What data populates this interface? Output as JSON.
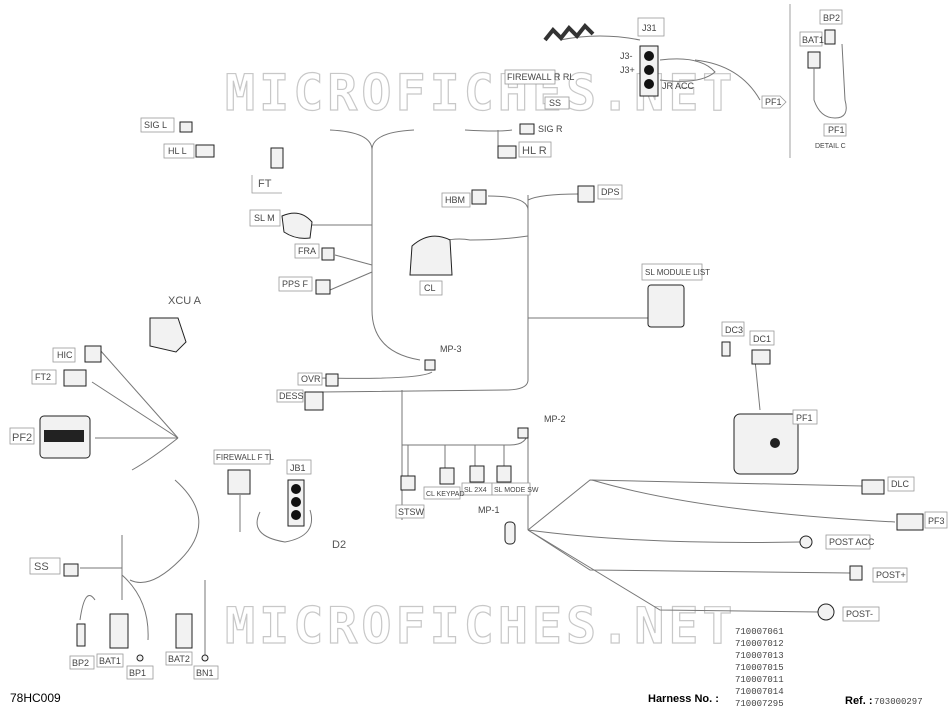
{
  "diagram": {
    "ref_code": "78HC009",
    "harness_label": "Harness No. :",
    "ref_label": "Ref. :",
    "ref_value": "703000297",
    "harness_numbers": [
      "710007061",
      "710007012",
      "710007013",
      "710007015",
      "710007011",
      "710007014",
      "710007295"
    ],
    "watermarks": [
      "MICROFICHES.NET",
      "MICROFICHES.NET"
    ],
    "detail_label": "DETAIL C",
    "labels": {
      "j31": "J31",
      "j3_minus": "J3-",
      "j3_plus": "J3+",
      "jr_acc": "JR ACC",
      "firewall_r_rl": "FIREWALL R RL",
      "ss_top": "SS",
      "sig_r": "SIG R",
      "hl_r": "HL R",
      "pf1_top": "PF1",
      "bp2_detail": "BP2",
      "bat1_detail": "BAT1",
      "pf1_detail": "PF1",
      "sig_l": "SIG L",
      "hl_l": "HL L",
      "ft": "FT",
      "sl_m": "SL M",
      "fra": "FRA",
      "pps_f": "PPS F",
      "cl": "CL",
      "hbm": "HBM",
      "dps": "DPS",
      "sl_module": "SL MODULE LIST",
      "xcu_a": "XCU A",
      "hic": "HIC",
      "ft2": "FT2",
      "pf2": "PF2",
      "mp3": "MP-3",
      "ovr": "OVR",
      "dess": "DESS",
      "dc3": "DC3",
      "dc1": "DC1",
      "pf1": "PF1",
      "mp2": "MP-2",
      "firewall_f_tl": "FIREWALL F TL",
      "jb1": "JB1",
      "d2": "D2",
      "stsw": "STSW",
      "cl_keypad": "CL KEYPAD",
      "sl_2x4": "SL 2X4",
      "sl_mode_sw": "SL MODE SW",
      "mp1": "MP-1",
      "dlc": "DLC",
      "pf3": "PF3",
      "post_acc": "POST ACC",
      "post_plus": "POST+",
      "post_minus": "POST-",
      "ss": "SS",
      "bp2": "BP2",
      "bat1": "BAT1",
      "bp1": "BP1",
      "bat2": "BAT2",
      "bn1": "BN1"
    }
  }
}
